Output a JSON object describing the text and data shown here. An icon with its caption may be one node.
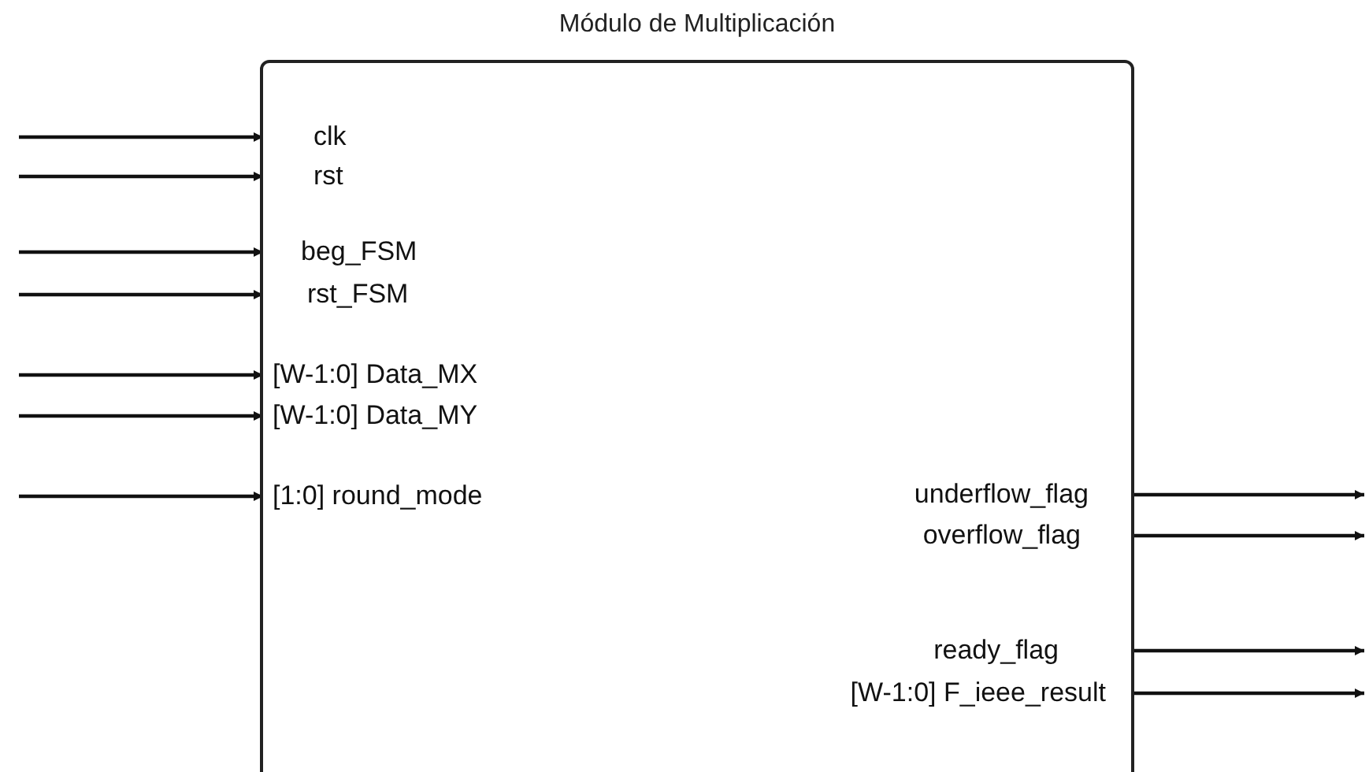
{
  "diagram": {
    "nodes": [
      {
        "text": [
          "Módulo de Multiplicación"
        ]
      },
      {
        "text": [
          "clk"
        ],
        "in": 0
      },
      {
        "text": [
          "rst"
        ],
        "in": 0
      },
      {
        "text": [
          "beg_FSM"
        ],
        "in": 0
      },
      {
        "text": [
          "rst_FSM"
        ],
        "in": 0
      },
      {
        "text": [
          "[W-1:0] Data_MX"
        ],
        "in": 0
      },
      {
        "text": [
          "[W-1:0] Data_MY"
        ],
        "in": 0
      },
      {
        "text": [
          "[1:0] round_mode"
        ],
        "in": 0
      },
      {
        "text": [
          "underflow_flag"
        ],
        "in": 0
      },
      {
        "text": [
          "overflow_flag"
        ],
        "in": 0
      },
      {
        "text": [
          "ready_flag"
        ],
        "in": 0
      },
      {
        "text": [
          "[W-1:0] F_ieee_result"
        ],
        "in": 0
      }
    ],
    "edges": [
      {
        "from": null,
        "to": 1,
        "arrow": "to"
      },
      {
        "from": null,
        "to": 2,
        "arrow": "to"
      },
      {
        "from": null,
        "to": 3,
        "arrow": "to"
      },
      {
        "from": null,
        "to": 4,
        "arrow": "to"
      },
      {
        "from": null,
        "to": 5,
        "arrow": "to"
      },
      {
        "from": null,
        "to": 6,
        "arrow": "to"
      },
      {
        "from": null,
        "to": 7,
        "arrow": "to"
      },
      {
        "from": 8,
        "to": null,
        "arrow": "to"
      },
      {
        "from": 9,
        "to": null,
        "arrow": "to"
      },
      {
        "from": 10,
        "to": null,
        "arrow": "to"
      },
      {
        "from": 11,
        "to": null,
        "arrow": "to"
      }
    ]
  }
}
